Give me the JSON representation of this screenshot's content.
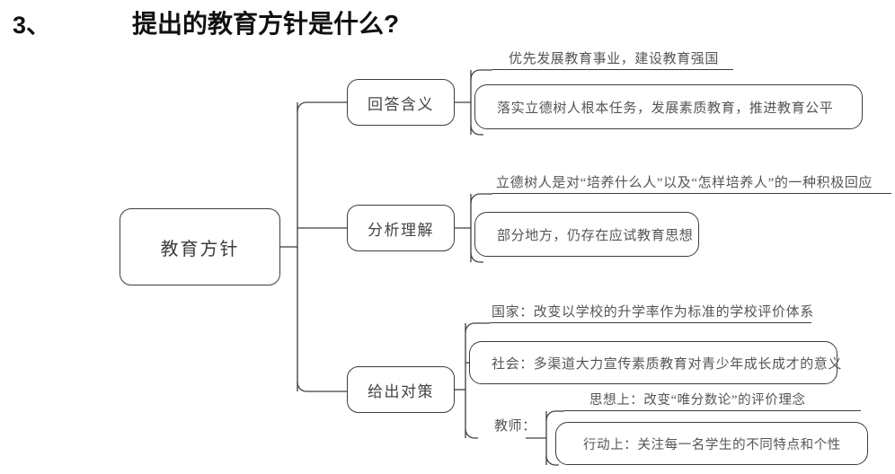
{
  "title": {
    "number": "3、",
    "text": "提出的教育方针是什么?"
  },
  "colors": {
    "stroke": "#3d3d3d",
    "text": "#555555",
    "title": "#111111",
    "background": "#ffffff"
  },
  "diagram": {
    "type": "mind-map",
    "root": {
      "label": "教育方针"
    },
    "branches": [
      {
        "label": "回答含义",
        "leaves": [
          {
            "label": "优先发展教育事业，建设教育强国",
            "style": "underline"
          },
          {
            "label": "落实立德树人根本任务，发展素质教育，推进教育公平",
            "style": "box"
          }
        ]
      },
      {
        "label": "分析理解",
        "leaves": [
          {
            "label": "立德树人是对“培养什么人”以及“怎样培养人”的一种积极回应",
            "style": "underline"
          },
          {
            "label": "部分地方，仍存在应试教育思想",
            "style": "box"
          }
        ]
      },
      {
        "label": "给出对策",
        "leaves": [
          {
            "label": "国家：改变以学校的升学率作为标准的学校评价体系",
            "style": "underline"
          },
          {
            "label": "社会：多渠道大力宣传素质教育对青少年成长成才的意义",
            "style": "box"
          },
          {
            "label": "教师：",
            "style": "plain",
            "children": [
              {
                "label": "思想上：改变“唯分数论”的评价理念",
                "style": "underline"
              },
              {
                "label": "行动上：关注每一名学生的不同特点和个性",
                "style": "box"
              }
            ]
          }
        ]
      }
    ]
  }
}
